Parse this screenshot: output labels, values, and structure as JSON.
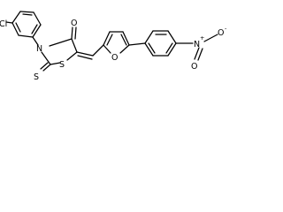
{
  "structure": {
    "atoms": {
      "chlorine": "Cl",
      "nitrogen_thiazolidine": "N",
      "sulfur_ring": "S",
      "sulfur_thione": "S",
      "oxygen_carbonyl": "O",
      "oxygen_furan": "O",
      "nitrogen_nitro": "N",
      "nitro_positive_charge": "+",
      "oxygen_nitro_single": "O",
      "nitro_negative_charge": "-",
      "oxygen_nitro_double": "O"
    }
  }
}
